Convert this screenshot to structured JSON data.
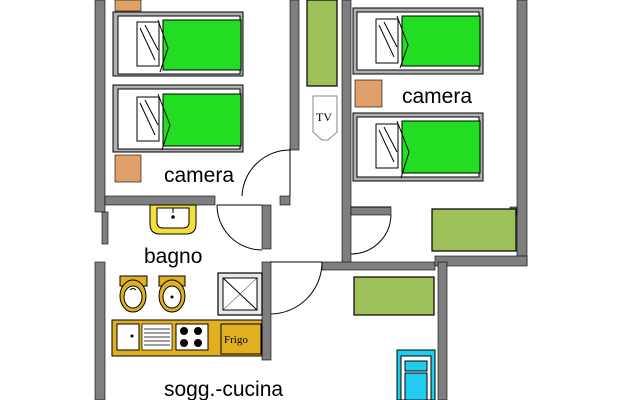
{
  "labels": {
    "camera_left": "camera",
    "camera_right": "camera",
    "bagno": "bagno",
    "soggiorno_cucina": "sogg.-cucina",
    "frigo": "Frigo",
    "tv": "TV"
  },
  "colors": {
    "wall": "#7f7f7f",
    "bed_sheet": "#22dd22",
    "nightstand": "#e0a06a",
    "cabinet": "#9fc15a",
    "kitchen": "#e0b020",
    "sink_yellow": "#f2e13a",
    "bath_fixture": "#e0b020",
    "cyan_sofa": "#22ccee"
  },
  "icons": [
    "bed-icon",
    "nightstand-icon",
    "door-swing-icon",
    "sink-icon",
    "toilet-icon",
    "bidet-icon",
    "shower-icon",
    "stove-icon",
    "fridge-icon",
    "tv-icon",
    "wardrobe-icon",
    "sofa-icon"
  ]
}
